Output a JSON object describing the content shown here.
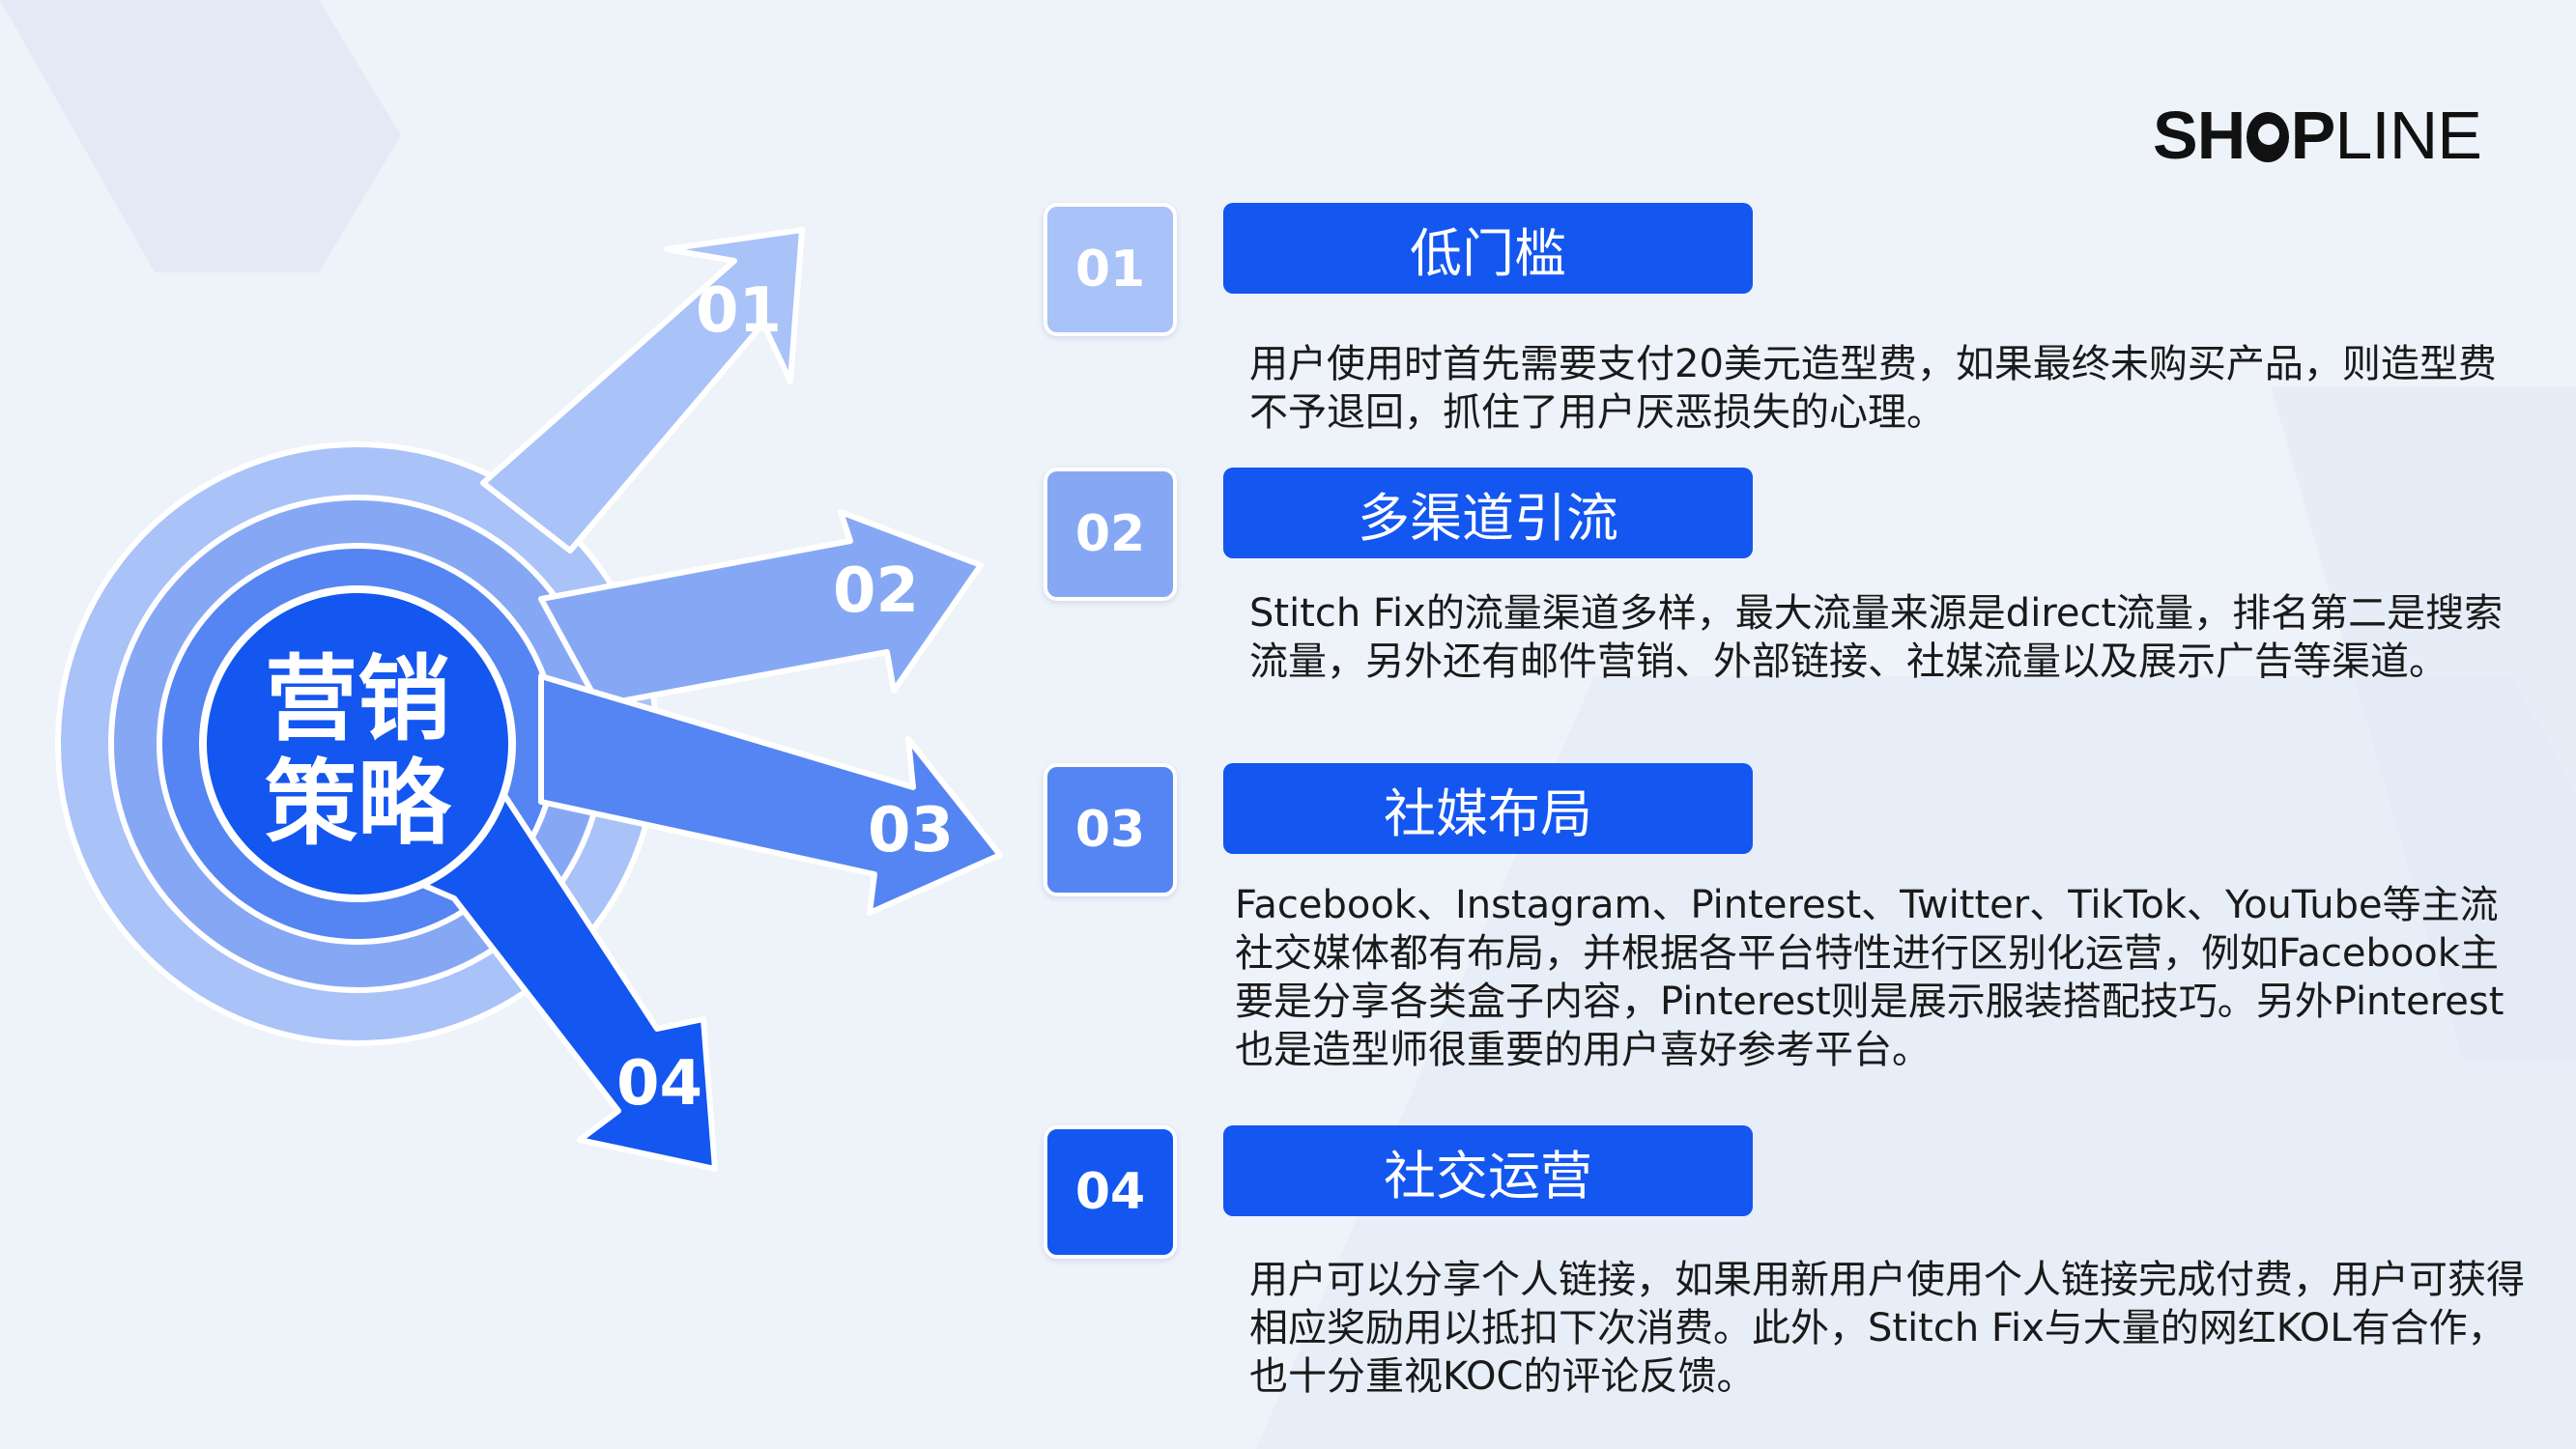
{
  "logo": {
    "part1": "SH",
    "part2": "P",
    "part3": "LINE"
  },
  "center": {
    "line1": "营销",
    "line2": "策略"
  },
  "arrows": [
    {
      "num": "01"
    },
    {
      "num": "02"
    },
    {
      "num": "03"
    },
    {
      "num": "04"
    }
  ],
  "items": [
    {
      "num": "01",
      "title": "低门槛",
      "desc": "用户使用时首先需要支付20美元造型费，如果最终未购买产品，则造型费不予退回，抓住了用户厌恶损失的心理。"
    },
    {
      "num": "02",
      "title": "多渠道引流",
      "desc": "Stitch Fix的流量渠道多样，最大流量来源是direct流量，排名第二是搜索流量，另外还有邮件营销、外部链接、社媒流量以及展示广告等渠道。"
    },
    {
      "num": "03",
      "title": "社媒布局",
      "desc": "Facebook、Instagram、Pinterest、Twitter、TikTok、YouTube等主流社交媒体都有布局，并根据各平台特性进行区别化运营，例如Facebook主要是分享各类盒子内容，Pinterest则是展示服装搭配技巧。另外Pinterest也是造型师很重要的用户喜好参考平台。"
    },
    {
      "num": "04",
      "title": "社交运营",
      "desc": "用户可以分享个人链接，如果用新用户使用个人链接完成付费，用户可获得相应奖励用以抵扣下次消费。此外，Stitch Fix与大量的网红KOL有合作，也十分重视KOC的评论反馈。"
    }
  ],
  "colors": {
    "primary": "#1456f0",
    "level1": "#a9c2f7",
    "level2": "#86a8f4",
    "level3": "#5585f2",
    "level4": "#1456f0",
    "background": "#eef2f9"
  }
}
